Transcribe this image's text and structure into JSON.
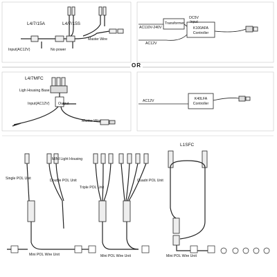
{
  "panels": {
    "top_left": {
      "model_a": "L4/7/15A",
      "model_b": "L4/7/15S",
      "master_wire": "Master Wire",
      "input": "Input(AC12V)",
      "no_power": "No power"
    },
    "top_right": {
      "input_ac": "AC110V-240V",
      "transformer": "Transformer",
      "dc_input": "DC5V Input",
      "controller_model": "K100AFA",
      "controller_label": "Controller",
      "ac12v": "AC12V"
    },
    "separator": {
      "or": "OR"
    },
    "mid_left": {
      "model": "L4/7MFC",
      "housing_base": "Ligh Housing Base",
      "input": "Input(AC12V)",
      "output": "Output",
      "master_wire": "Master Wire"
    },
    "mid_right": {
      "ac12v": "AC12V",
      "controller_model": "K40LFA",
      "controller_label": "Controller"
    },
    "bottom": {
      "mini_light_housing": "MINI Light Housing",
      "single_pol": "Single POL Unit",
      "double_pol": "Double POL Unit",
      "triple_pol": "Triple POL Unit",
      "quadri_pol": "Quadri POL Unit",
      "mini_pol_wire_1": "Mini POL Wire Unit",
      "mini_pol_wire_2": "Mini POL Wire Unit",
      "mini_pol_wire_3": "Mini POL Wire Unit",
      "l1sfc": "L1SFC"
    }
  }
}
